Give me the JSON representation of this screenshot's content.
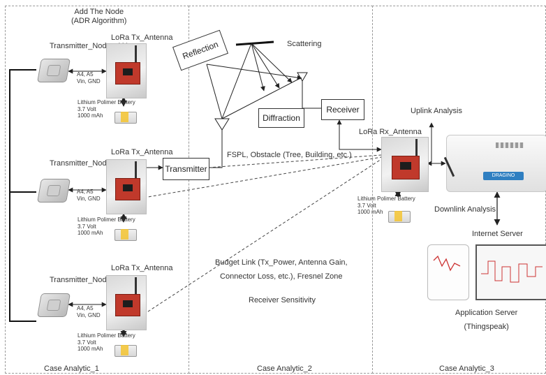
{
  "panels": {
    "case1": "Case Analytic_1",
    "case2": "Case Analytic_2",
    "case3": "Case Analytic_3"
  },
  "header": {
    "add_node": "Add The Node\n(ADR Algorithm)"
  },
  "nodes": [
    {
      "tx_antenna": "LoRa Tx_Antenna",
      "name": "Transmitter_Node : 111",
      "pins": "A4,   A5\nVin, GND",
      "battery": "Lithium Polimer Battery\n3.7 Volt\n1000 mAh"
    },
    {
      "tx_antenna": "LoRa Tx_Antenna",
      "name": "Transmitter_Node : 112",
      "pins": "A4,   A5\nVin, GND",
      "battery": "Lithium Polimer Battery\n3.7 Volt\n1000 mAh"
    },
    {
      "tx_antenna": "LoRa Tx_Antenna",
      "name": "Transmitter_Node : 113",
      "pins": "A4,   A5\nVin, GND",
      "battery": "Lithium Polimer Battery\n3.7 Volt\n1000 mAh"
    }
  ],
  "propagation": {
    "reflection": "Reflection",
    "scattering": "Scattering",
    "diffraction": "Diffraction",
    "receiver": "Receiver",
    "transmitter": "Transmitter",
    "fspl": "FSPL, Obstacle (Tree, Building, etc.)",
    "budget": "Budget Link (Tx_Power, Antenna Gain,\nConnector Loss, etc.), Fresnel Zone",
    "sensitivity": "Receiver Sensitivity"
  },
  "receiver_side": {
    "rx_antenna": "LoRa Rx_Antenna",
    "battery": "Lithium Polimer Battery\n3.7 Volt\n1000 mAh",
    "uplink": "Uplink Analysis",
    "downlink": "Downlink Analysis",
    "internet_server": "Internet Server",
    "app_server": "Application Server\n(Thingspeak)",
    "gateway_brand": "DRAGINO"
  },
  "colors": {
    "board_red": "#c0392b",
    "gateway_blue": "#2f7fc1"
  }
}
